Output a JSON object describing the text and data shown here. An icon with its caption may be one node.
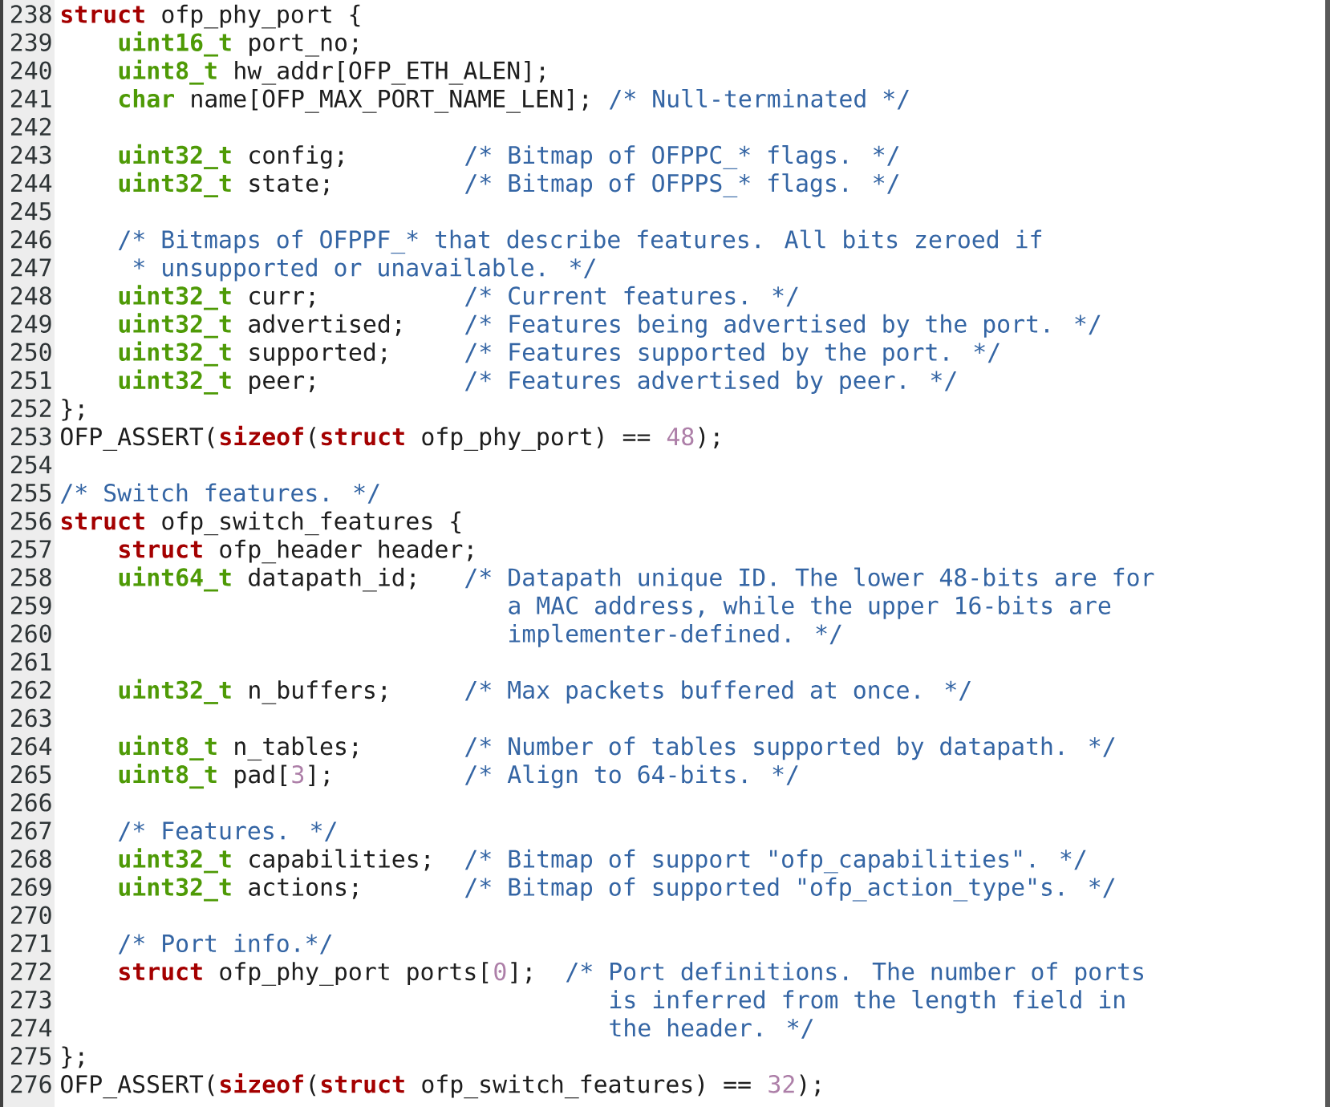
{
  "diagram": {
    "labels": [
      "238",
      "struct",
      "ofp_phy_port {",
      "239",
      "uint16_t",
      "port_no;",
      "240",
      "uint8_t",
      "hw_addr[OFP_ETH_ALEN];",
      "241",
      "char",
      "name[OFP_MAX_PORT_NAME_LEN];",
      "/* Null-terminated */",
      "242",
      "243",
      "uint32_t",
      "config;",
      "/* Bitmap of OFPPC_* flags. */",
      "244",
      "uint32_t",
      "state;",
      "/* Bitmap of OFPPS_* flags. */",
      "245",
      "246",
      "/* Bitmaps of OFPPF_* that describe features.  All bits zeroed if",
      "247",
      "* unsupported or unavailable. */",
      "248",
      "uint32_t",
      "curr;",
      "/* Current features. */",
      "249",
      "uint32_t",
      "advertised;",
      "/* Features being advertised by the port. */",
      "250",
      "uint32_t",
      "supported;",
      "/* Features supported by the port. */",
      "251",
      "uint32_t",
      "peer;",
      "/* Features advertised by peer. */",
      "252",
      "};",
      "253",
      "OFP_ASSERT(",
      "sizeof",
      "(",
      "struct",
      "ofp_phy_port) ==",
      "48",
      ");",
      "254",
      "255",
      "/* Switch features. */",
      "256",
      "struct",
      "ofp_switch_features {",
      "257",
      "struct",
      "ofp_header header;",
      "258",
      "uint64_t",
      "datapath_id;",
      "/* Datapath unique ID.  The lower 48-bits are for",
      "259",
      "a MAC address, while the upper 16-bits are",
      "260",
      "implementer-defined. */",
      "261",
      "262",
      "uint32_t",
      "n_buffers;",
      "/* Max packets buffered at once. */",
      "263",
      "264",
      "uint8_t",
      "n_tables;",
      "/* Number of tables supported by datapath. */",
      "265",
      "uint8_t",
      "pad[",
      "3",
      "];",
      "/* Align to 64-bits. */",
      "266",
      "267",
      "/* Features. */",
      "268",
      "uint32_t",
      "capabilities;",
      "/* Bitmap of support \"ofp_capabilities\". */",
      "269",
      "uint32_t",
      "actions;",
      "/* Bitmap of supported \"ofp_action_type\"s. */",
      "270",
      "271",
      "/* Port info.*/",
      "272",
      "struct",
      "ofp_phy_port ports[",
      "0",
      "];",
      "/* Port definitions.  The number of ports",
      "273",
      "is inferred from the length field in",
      "274",
      "the header. */",
      "275",
      "};",
      "276",
      "OFP_ASSERT(",
      "sizeof",
      "(",
      "struct",
      "ofp_switch_features) ==",
      "32",
      ");"
    ]
  }
}
